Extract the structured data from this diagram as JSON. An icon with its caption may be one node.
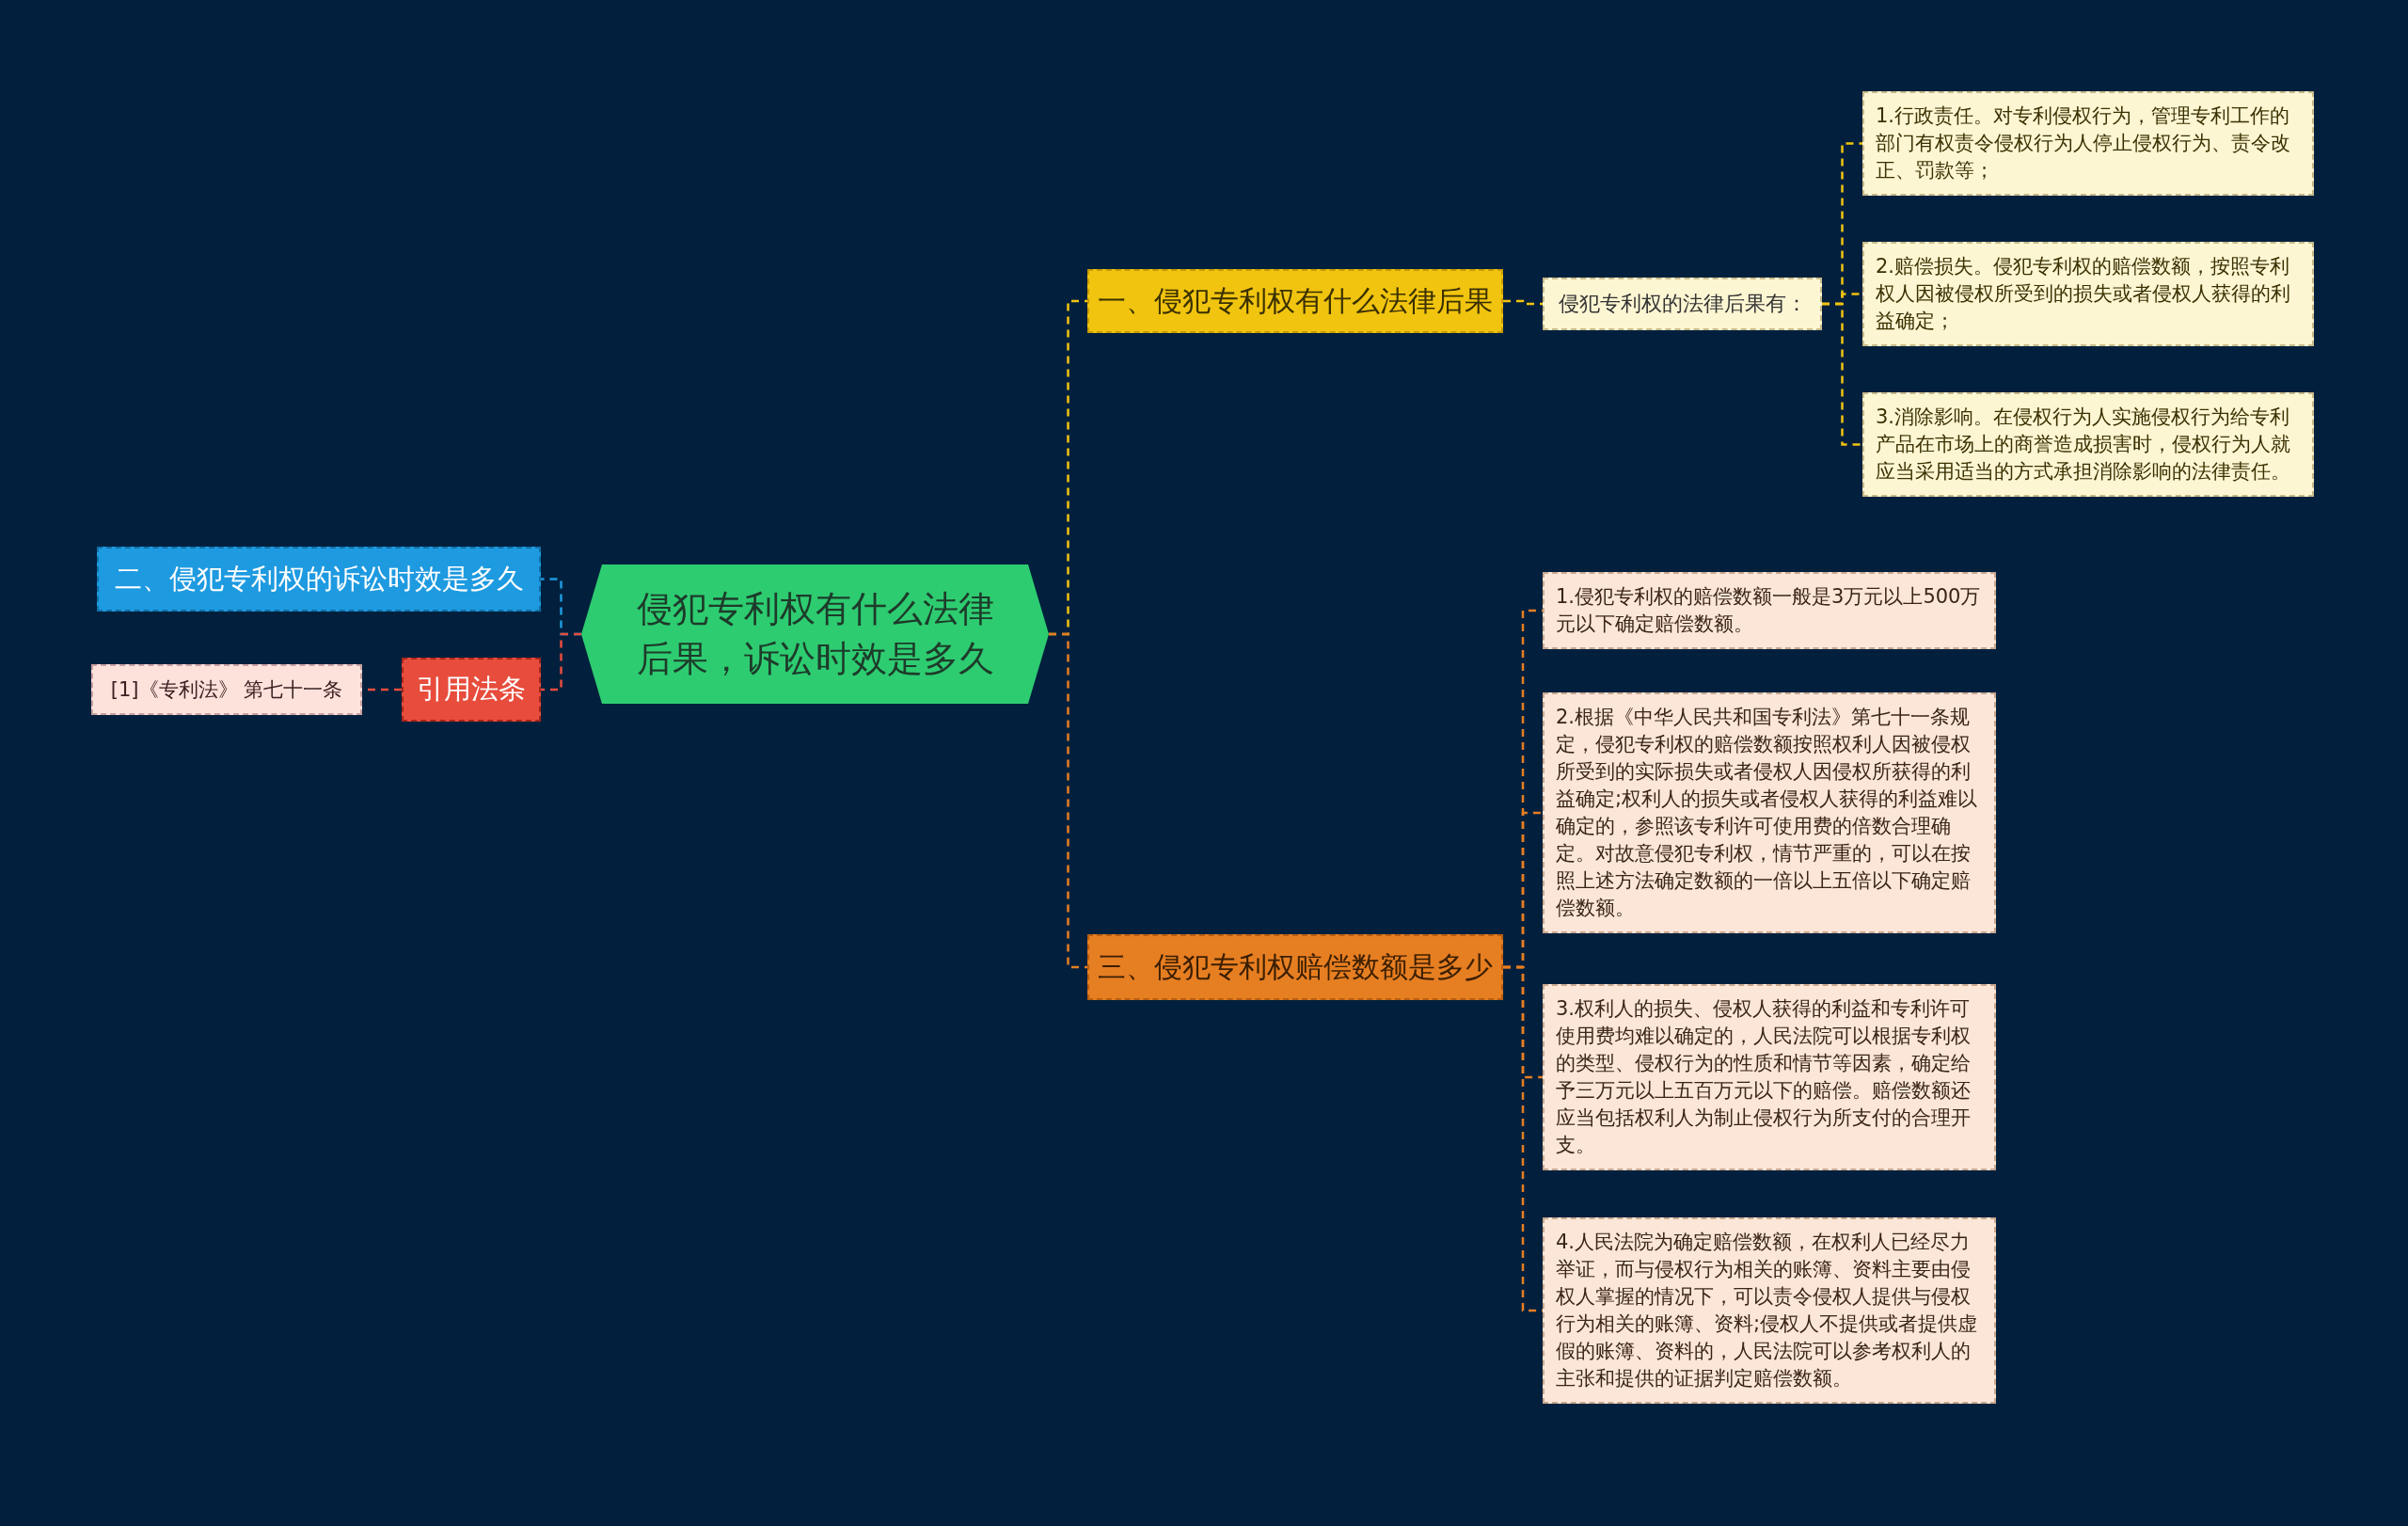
{
  "diagram": {
    "nodes": [
      {
        "text": [
          "侵犯专利权有什么法律后果，诉讼时效是多久"
        ]
      },
      {
        "text": [
          "一、侵犯专利权有什么法律后果"
        ]
      },
      {
        "text": [
          "侵犯专利权的法律后果有："
        ]
      },
      {
        "text": [
          "1.行政责任。对专利侵权行为，管理专利工作的部门有权责令侵权行为人停止侵权行为、责令改正、罚款等；"
        ]
      },
      {
        "text": [
          "2.赔偿损失。侵犯专利权的赔偿数额，按照专利权人因被侵权所受到的损失或者侵权人获得的利益确定；"
        ]
      },
      {
        "text": [
          "3.消除影响。在侵权行为人实施侵权行为给专利产品在市场上的商誉造成损害时，侵权行为人就应当采用适当的方式承担消除影响的法律责任。"
        ]
      },
      {
        "text": [
          "三、侵犯专利权赔偿数额是多少"
        ]
      },
      {
        "text": [
          "1.侵犯专利权的赔偿数额一般是3万元以上500万元以下确定赔偿数额。"
        ]
      },
      {
        "text": [
          "2.根据《中华人民共和国专利法》第七十一条规定，侵犯专利权的赔偿数额按照权利人因被侵权所受到的实际损失或者侵权人因侵权所获得的利益确定;权利人的损失或者侵权人获得的利益难以确定的，参照该专利许可使用费的倍数合理确定。对故意侵犯专利权，情节严重的，可以在按照上述方法确定数额的一倍以上五倍以下确定赔偿数额。"
        ]
      },
      {
        "text": [
          "3.权利人的损失、侵权人获得的利益和专利许可使用费均难以确定的，人民法院可以根据专利权的类型、侵权行为的性质和情节等因素，确定给予三万元以上五百万元以下的赔偿。赔偿数额还应当包括权利人为制止侵权行为所支付的合理开支。"
        ]
      },
      {
        "text": [
          "4.人民法院为确定赔偿数额，在权利人已经尽力举证，而与侵权行为相关的账簿、资料主要由侵权人掌握的情况下，可以责令侵权人提供与侵权行为相关的账簿、资料;侵权人不提供或者提供虚假的账簿、资料的，人民法院可以参考权利人的主张和提供的证据判定赔偿数额。"
        ]
      },
      {
        "text": [
          "二、侵犯专利权的诉讼时效是多久"
        ]
      },
      {
        "text": [
          "引用法条"
        ]
      },
      {
        "text": [
          "[1]《专利法》 第七十一条"
        ]
      }
    ],
    "edges": [
      {
        "from": 0,
        "to": 1,
        "arrow": "none",
        "style": "dashed",
        "color": "#f1c40f"
      },
      {
        "from": 0,
        "to": 6,
        "arrow": "none",
        "style": "dashed",
        "color": "#e67e22"
      },
      {
        "from": 0,
        "to": 11,
        "arrow": "none",
        "style": "dashed",
        "color": "#1e9ae0"
      },
      {
        "from": 0,
        "to": 12,
        "arrow": "none",
        "style": "dashed",
        "color": "#e74c3c"
      },
      {
        "from": 1,
        "to": 2,
        "arrow": "none",
        "style": "dashed",
        "color": "#f1c40f"
      },
      {
        "from": 2,
        "to": 3,
        "arrow": "none",
        "style": "dashed",
        "color": "#f1c40f"
      },
      {
        "from": 2,
        "to": 4,
        "arrow": "none",
        "style": "dashed",
        "color": "#f1c40f"
      },
      {
        "from": 2,
        "to": 5,
        "arrow": "none",
        "style": "dashed",
        "color": "#f1c40f"
      },
      {
        "from": 6,
        "to": 7,
        "arrow": "none",
        "style": "dashed",
        "color": "#e67e22"
      },
      {
        "from": 6,
        "to": 8,
        "arrow": "none",
        "style": "dashed",
        "color": "#e67e22"
      },
      {
        "from": 6,
        "to": 9,
        "arrow": "none",
        "style": "dashed",
        "color": "#e67e22"
      },
      {
        "from": 6,
        "to": 10,
        "arrow": "none",
        "style": "dashed",
        "color": "#e67e22"
      },
      {
        "from": 12,
        "to": 13,
        "arrow": "none",
        "style": "dashed",
        "color": "#e74c3c"
      }
    ]
  }
}
